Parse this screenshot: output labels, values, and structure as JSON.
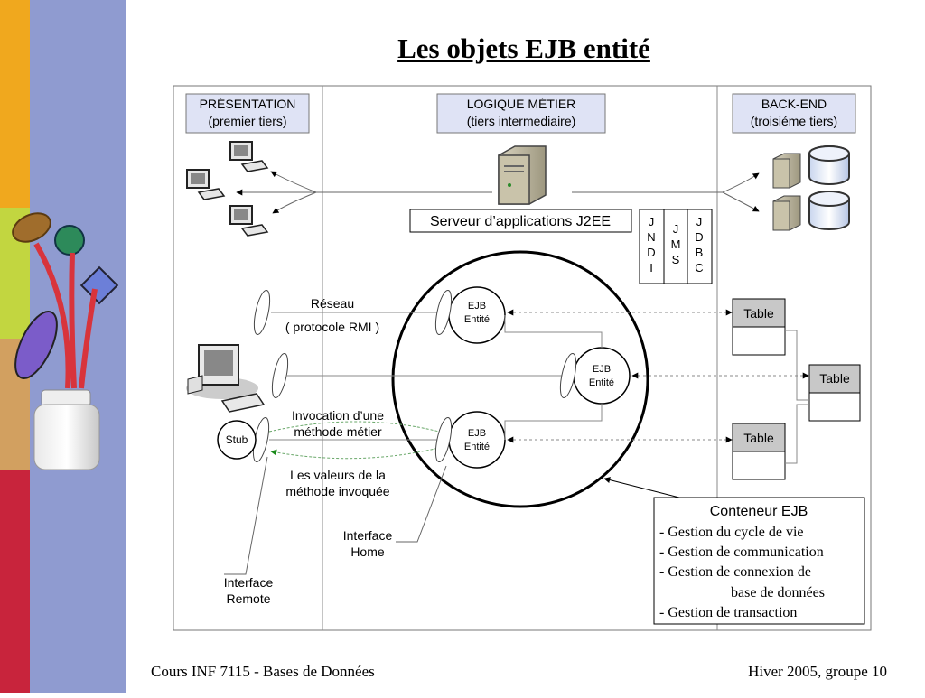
{
  "slide": {
    "title": "Les objets EJB entité",
    "footer_left": "Cours INF 7115 - Bases de Données",
    "footer_right": "Hiver 2005, groupe 10"
  },
  "tiers": [
    {
      "title": "PRÉSENTATION",
      "subtitle": "(premier tiers)"
    },
    {
      "title": "LOGIQUE MÉTIER",
      "subtitle": "(tiers intermediaire)"
    },
    {
      "title": "BACK-END",
      "subtitle": "(troisiéme tiers)"
    }
  ],
  "server_label": "Serveur d’applications J2EE",
  "services": {
    "jndi": [
      "J",
      "N",
      "D",
      "I"
    ],
    "jms": [
      "J",
      "M",
      "S"
    ],
    "jdbc": [
      "J",
      "D",
      "B",
      "C"
    ]
  },
  "ejb": {
    "line1": "EJB",
    "line2": "Entité"
  },
  "table_label": "Table",
  "stub_label": "Stub",
  "labels": {
    "reseau": "Réseau",
    "protocole": "( protocole RMI )",
    "invocation_1": "Invocation d’une",
    "invocation_2": "méthode métier",
    "valeurs_1": "Les valeurs de la",
    "valeurs_2": "méthode invoquée",
    "home_1": "Interface",
    "home_2": "Home",
    "remote_1": "Interface",
    "remote_2": "Remote"
  },
  "container": {
    "title": "Conteneur EJB",
    "items": [
      "- Gestion du cycle de vie",
      "- Gestion de communication",
      "- Gestion de connexion de",
      "base de données",
      "- Gestion de transaction"
    ]
  },
  "colors": {
    "tier_box_fill": "#dfe3f5",
    "table_header_fill": "#c8c8c8",
    "bar_orange": "#f0a81e",
    "bar_green": "#c2d640",
    "bar_red": "#c8243c",
    "bar_blue": "#7e8ec6"
  }
}
